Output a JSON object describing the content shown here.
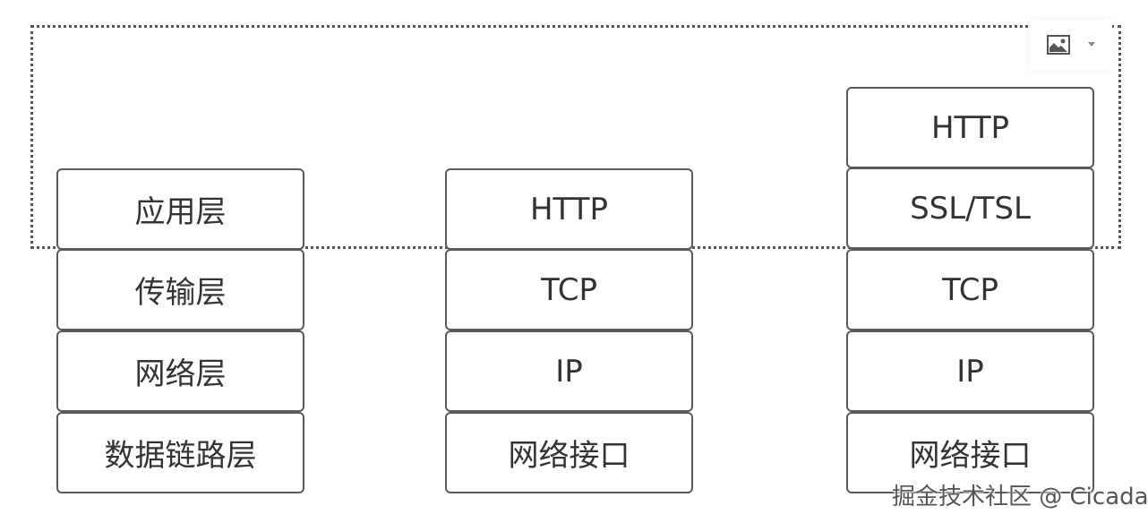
{
  "diagram": {
    "stacks": [
      {
        "name": "osi-model",
        "layers": [
          "应用层",
          "传输层",
          "网络层",
          "数据链路层"
        ]
      },
      {
        "name": "http-stack",
        "layers": [
          "HTTP",
          "TCP",
          "IP",
          "网络接口"
        ]
      },
      {
        "name": "https-stack",
        "layers": [
          "HTTP",
          "SSL/TSL",
          "TCP",
          "IP",
          "网络接口"
        ]
      }
    ],
    "highlight_region": "application-layer-selection"
  },
  "toolbar": {
    "icons": [
      "image-icon",
      "chevron-down-icon"
    ]
  },
  "watermark": "掘金技术社区 @ Cicada",
  "colors": {
    "border": "#5a5a5a",
    "text": "#333333",
    "background": "#ffffff"
  }
}
